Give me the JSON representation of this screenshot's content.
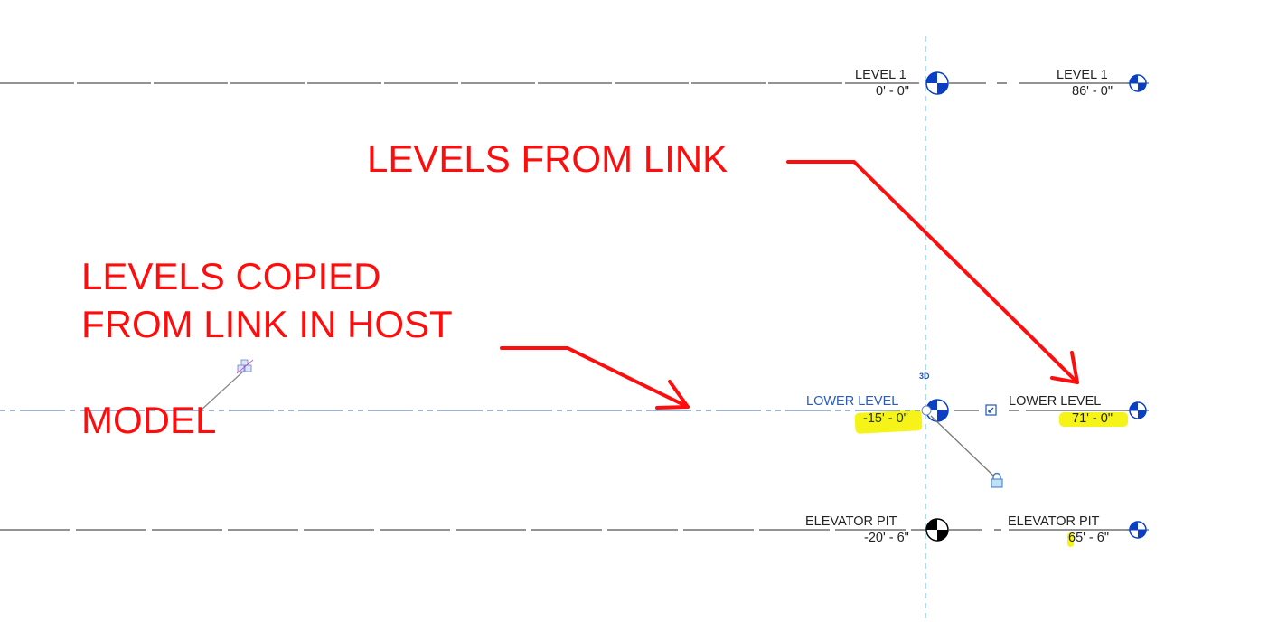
{
  "levels": {
    "host": [
      {
        "name": "LEVEL 1",
        "elevation": "0' - 0\""
      },
      {
        "name": "LOWER LEVEL",
        "elevation": "-15' - 0\""
      },
      {
        "name": "ELEVATOR PIT",
        "elevation": "-20' - 6\""
      }
    ],
    "link": [
      {
        "name": "LEVEL 1",
        "elevation": "86' - 0\""
      },
      {
        "name": "LOWER LEVEL",
        "elevation": "71' - 0\""
      },
      {
        "name": "ELEVATOR PIT",
        "elevation": "65' - 6\""
      }
    ]
  },
  "annotations": {
    "levels_from_link": "LEVELS FROM LINK",
    "copied_line1": "LEVELS COPIED",
    "copied_line2": "FROM LINK IN HOST",
    "copied_line3": "MODEL"
  },
  "view_tags": {
    "three_d": "3D"
  },
  "colors": {
    "annotation_red": "#ff0d0d",
    "level_head_blue": "#0a3fc4",
    "host_level_blue": "#2c5bb8",
    "highlight_yellow": "#f5f200",
    "grid_cyan": "#8fd0ea",
    "line_gray": "#555555"
  },
  "icons": [
    "level-head-icon",
    "lock-icon",
    "elbow-icon",
    "link-model-icon"
  ]
}
